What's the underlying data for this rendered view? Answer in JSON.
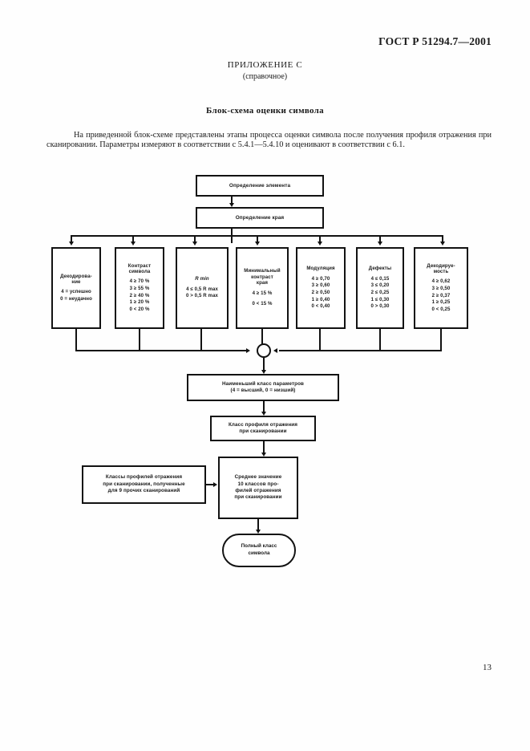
{
  "header": {
    "standard_code": "ГОСТ Р 51294.7—2001",
    "annex_label": "ПРИЛОЖЕНИЕ С",
    "annex_kind": "(справочное)",
    "section_title": "Блок-схема оценки символа"
  },
  "body": {
    "paragraph": "На приведенной блок-схеме представлены этапы процесса оценки символа после получения профиля отражения при сканировании. Параметры измеряют в соответствии с 5.4.1—5.4.10 и оценивают в соответствии с 6.1."
  },
  "flowchart": {
    "top_nodes": [
      {
        "label": "Определение элемента"
      },
      {
        "label": "Определение края"
      }
    ],
    "parameter_nodes": [
      {
        "title_lines": [
          "Декодирова-",
          "ние"
        ],
        "rows": [
          "4 = успешно",
          "0 = неудачно"
        ]
      },
      {
        "title_lines": [
          "Контраст",
          "символа"
        ],
        "rows": [
          "4 ≥ 70 %",
          "3 ≥ 55 %",
          "2 ≥ 40 %",
          "1 ≥ 20 %",
          "0 < 20 %"
        ]
      },
      {
        "title_lines": [
          "R min"
        ],
        "rows": [
          "4 ≤ 0,5 R max",
          "0 > 0,5 R max"
        ]
      },
      {
        "title_lines": [
          "Минимальный",
          "контраст",
          "края"
        ],
        "rows": [
          "4 ≥ 15 %",
          "0 < 15 %"
        ]
      },
      {
        "title_lines": [
          "Модуляция"
        ],
        "rows": [
          "4 ≥ 0,70",
          "3 ≥ 0,60",
          "2 ≥ 0,50",
          "1 ≥ 0,40",
          "0 < 0,40"
        ]
      },
      {
        "title_lines": [
          "Дефекты"
        ],
        "rows": [
          "4 ≤ 0,15",
          "3 ≤ 0,20",
          "2 ≤ 0,25",
          "1 ≤ 0,30",
          "0 > 0,30"
        ]
      },
      {
        "title_lines": [
          "Декодируе-",
          "мость"
        ],
        "rows": [
          "4 ≥ 0,62",
          "3 ≥ 0,50",
          "2 ≥ 0,37",
          "1 ≥ 0,25",
          "0 < 0,25"
        ]
      }
    ],
    "junction": {
      "name": "merge-node"
    },
    "lowest_class": {
      "line1": "Наименьший класс параметров",
      "line2": "(4 = высший, 0 = низший)"
    },
    "scan_profile_class": {
      "line1": "Класс профиля отражения",
      "line2": "при сканировании"
    },
    "other_scans": {
      "line1": "Классы профилей отражения",
      "line2": "при сканировании, полученные",
      "line3": "для 9 прочих сканирований"
    },
    "average": {
      "line1": "Среднее значение",
      "line2": "10 классов про-",
      "line3": "филей отражения",
      "line4": "при сканировании"
    },
    "final": {
      "line1": "Полный класс",
      "line2": "символа"
    }
  },
  "footer": {
    "page_number": "13"
  },
  "colors": {
    "ink": "#121212",
    "paper": "#ffffff"
  }
}
